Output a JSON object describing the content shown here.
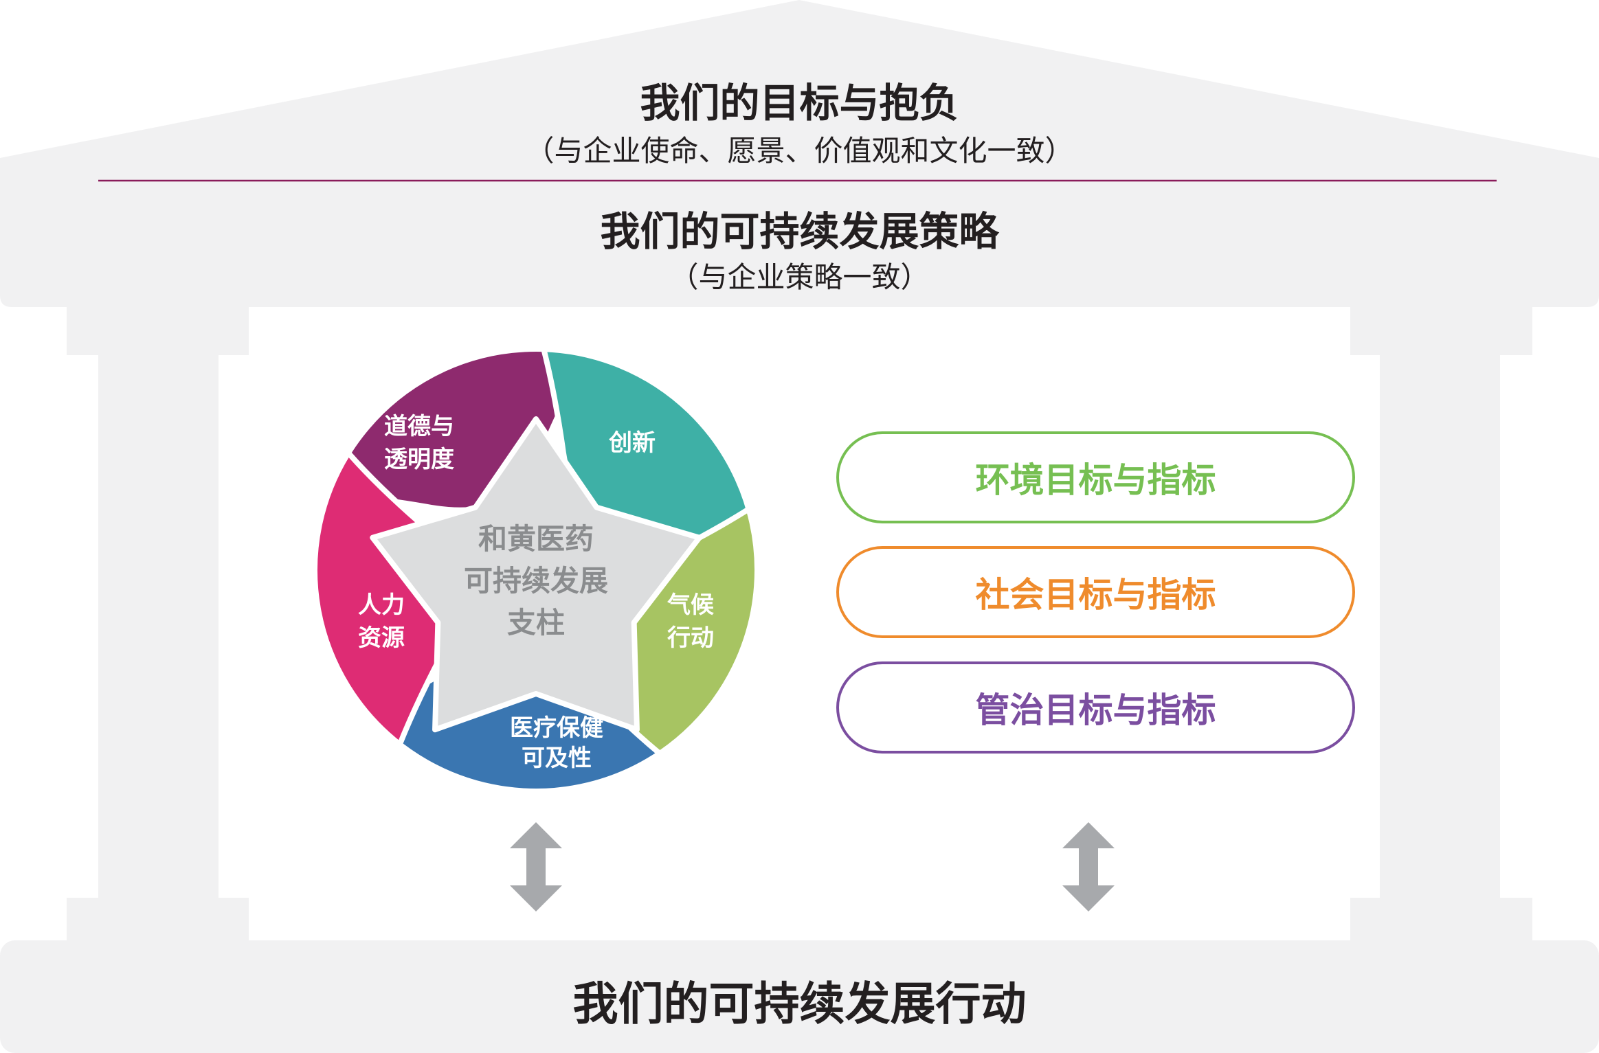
{
  "header": {
    "title": "我们的目标与抱负",
    "subtitle": "（与企业使命、愿景、价值观和文化一致）",
    "divider_color": "#8a1c5b"
  },
  "strategy": {
    "title": "我们的可持续发展策略",
    "subtitle": "（与企业策略一致）"
  },
  "pillars_wheel": {
    "center": [
      "和黄医药",
      "可持续发展",
      "支柱"
    ],
    "segments": [
      {
        "lines": [
          "道德与",
          "透明度"
        ],
        "color": "#8e2a6e"
      },
      {
        "lines": [
          "创新"
        ],
        "color": "#3eb0a6"
      },
      {
        "lines": [
          "气候",
          "行动"
        ],
        "color": "#a7c462"
      },
      {
        "lines": [
          "医疗保健",
          "可及性"
        ],
        "color": "#3a76b1"
      },
      {
        "lines": [
          "人力",
          "资源"
        ],
        "color": "#de2c74"
      }
    ]
  },
  "goals": [
    {
      "label": "环境目标与指标",
      "color": "#76bf52"
    },
    {
      "label": "社会目标与指标",
      "color": "#ef8b2c"
    },
    {
      "label": "管治目标与指标",
      "color": "#7b4ea0"
    }
  ],
  "arrow_icon": "up-down-arrow-icon",
  "footer": {
    "title": "我们的可持续发展行动"
  }
}
